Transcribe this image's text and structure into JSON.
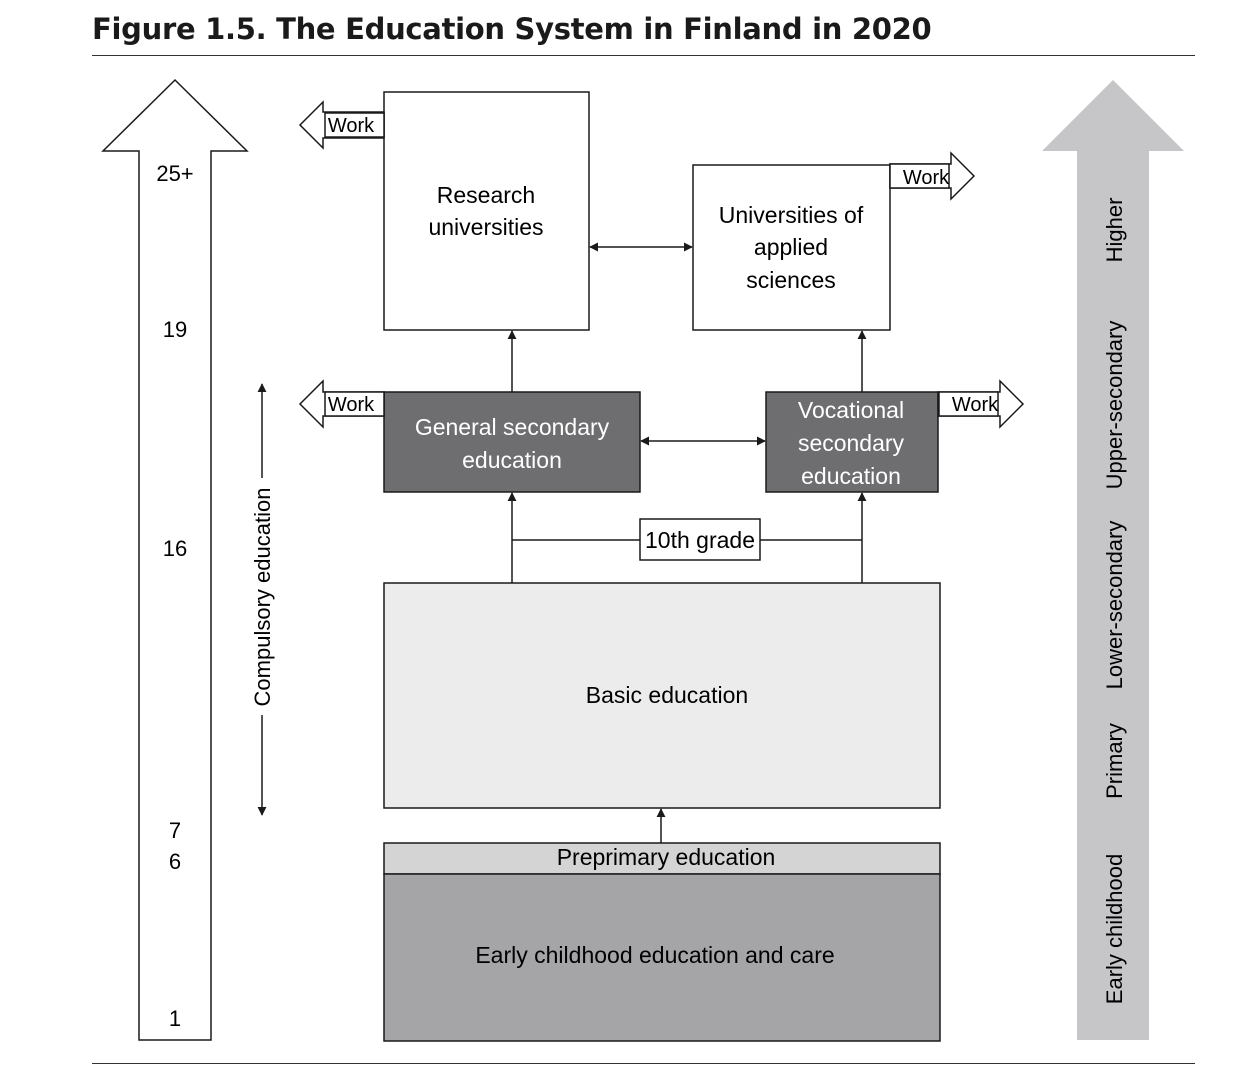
{
  "figure": {
    "title": "Figure 1.5.  The Education System in Finland in 2020"
  },
  "age_axis": {
    "labels": [
      "25+",
      "19",
      "16",
      "7",
      "6",
      "1"
    ]
  },
  "compulsory": {
    "label": "Compulsory education"
  },
  "boxes": {
    "research_universities": [
      "Research",
      "universities"
    ],
    "applied_sciences": [
      "Universities of",
      "applied",
      "sciences"
    ],
    "general_secondary": [
      "General secondary",
      "education"
    ],
    "vocational_secondary": [
      "Vocational",
      "secondary",
      "education"
    ],
    "tenth_grade": "10th grade",
    "basic_education": "Basic education",
    "preprimary": "Preprimary education",
    "early_childhood_care": "Early childhood education and care"
  },
  "work_label": "Work",
  "levels": {
    "labels": [
      "Early childhood",
      "Primary",
      "Lower-secondary",
      "Upper-secondary",
      "Higher"
    ]
  },
  "colors": {
    "dark_box": "#6e6e71",
    "light_box": "#ececec",
    "preprimary_box": "#d4d4d5",
    "early_box": "#a5a5a8",
    "level_arrow": "#c6c6c8",
    "stroke": "#1a1a1a"
  }
}
